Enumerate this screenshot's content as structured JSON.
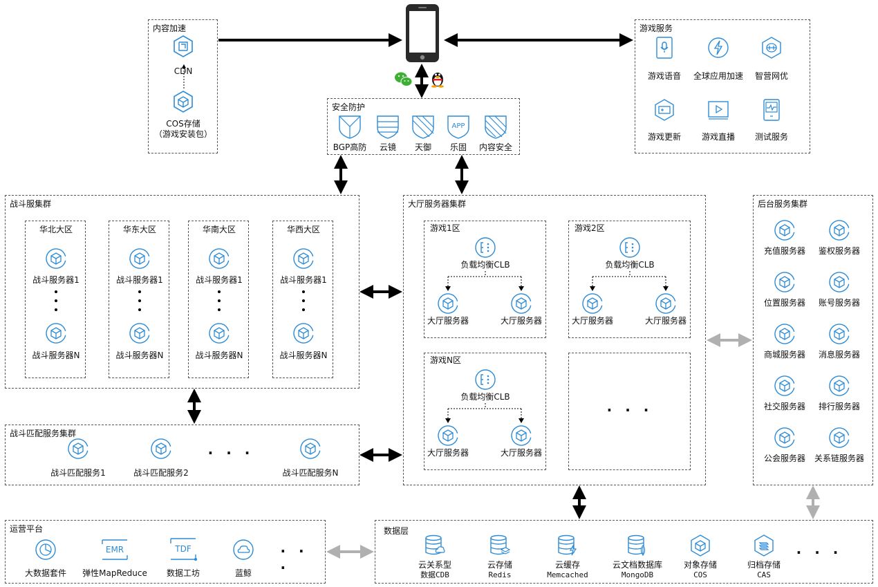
{
  "colors": {
    "accent": "#2d8bd6",
    "border": "#555555",
    "arrow_black": "#000000",
    "arrow_gray": "#b0b0b0"
  },
  "cdn_box": {
    "title": "内容加速",
    "cdn": "CDN",
    "cos_line1": "COS存储",
    "cos_line2": "（游戏安装包）"
  },
  "game_services": {
    "title": "游戏服务",
    "items": [
      "游戏语音",
      "全球应用加速",
      "智营网优",
      "游戏更新",
      "游戏直播",
      "测试服务"
    ]
  },
  "security": {
    "title": "安全防护",
    "items": [
      "BGP高防",
      "云镜",
      "天御",
      "乐固",
      "内容安全"
    ],
    "app_badge": "APP"
  },
  "battle_cluster": {
    "title": "战斗服集群",
    "regions": [
      {
        "name": "华北大区",
        "server1": "战斗服务器1",
        "serverN": "战斗服务器N"
      },
      {
        "name": "华东大区",
        "server1": "战斗服务器1",
        "serverN": "战斗服务器N"
      },
      {
        "name": "华南大区",
        "server1": "战斗服务器1",
        "serverN": "战斗服务器N"
      },
      {
        "name": "华西大区",
        "server1": "战斗服务器1",
        "serverN": "战斗服务器N"
      }
    ]
  },
  "match_cluster": {
    "title": "战斗匹配服务集群",
    "items": [
      "战斗匹配服务1",
      "战斗匹配服务2",
      "战斗匹配服务N"
    ],
    "ellipsis": "· · ·"
  },
  "hall_cluster": {
    "title": "大厅服务器集群",
    "zones": [
      {
        "name": "游戏1区",
        "clb": "负载均衡CLB",
        "server_a": "大厅服务器",
        "server_b": "大厅服务器"
      },
      {
        "name": "游戏2区",
        "clb": "负载均衡CLB",
        "server_a": "大厅服务器",
        "server_b": "大厅服务器"
      },
      {
        "name": "游戏N区",
        "clb": "负载均衡CLB",
        "server_a": "大厅服务器",
        "server_b": "大厅服务器"
      }
    ],
    "ellipsis": "· · ·"
  },
  "backend_cluster": {
    "title": "后台服务集群",
    "items": [
      "充值服务器",
      "鉴权服务器",
      "位置服务器",
      "账号服务器",
      "商城服务器",
      "消息服务器",
      "社交服务器",
      "排行服务器",
      "公会服务器",
      "关系链服务器"
    ]
  },
  "ops_platform": {
    "title": "运营平台",
    "items": [
      "大数据套件",
      "弹性MapReduce",
      "数据工坊",
      "蓝鲸"
    ],
    "emr_badge": "EMR",
    "tdf_badge": "TDF",
    "ellipsis": "· · ·"
  },
  "data_layer": {
    "title": "数据层",
    "items": [
      {
        "line1": "云关系型",
        "line2": "数据CDB"
      },
      {
        "line1": "云存储",
        "line2": "Redis"
      },
      {
        "line1": "云缓存",
        "line2": "Memcached"
      },
      {
        "line1": "云文档数据库",
        "line2": "MongoDB"
      },
      {
        "line1": "对象存储",
        "line2": "COS"
      },
      {
        "line1": "归档存储",
        "line2": "CAS"
      }
    ],
    "ellipsis": "· · ·"
  },
  "icons": {
    "cube": "cube-server-icon",
    "clb": "load-balancer-icon",
    "phone": "smartphone-icon",
    "wechat": "wechat-icon",
    "qq": "qq-penguin-icon"
  }
}
